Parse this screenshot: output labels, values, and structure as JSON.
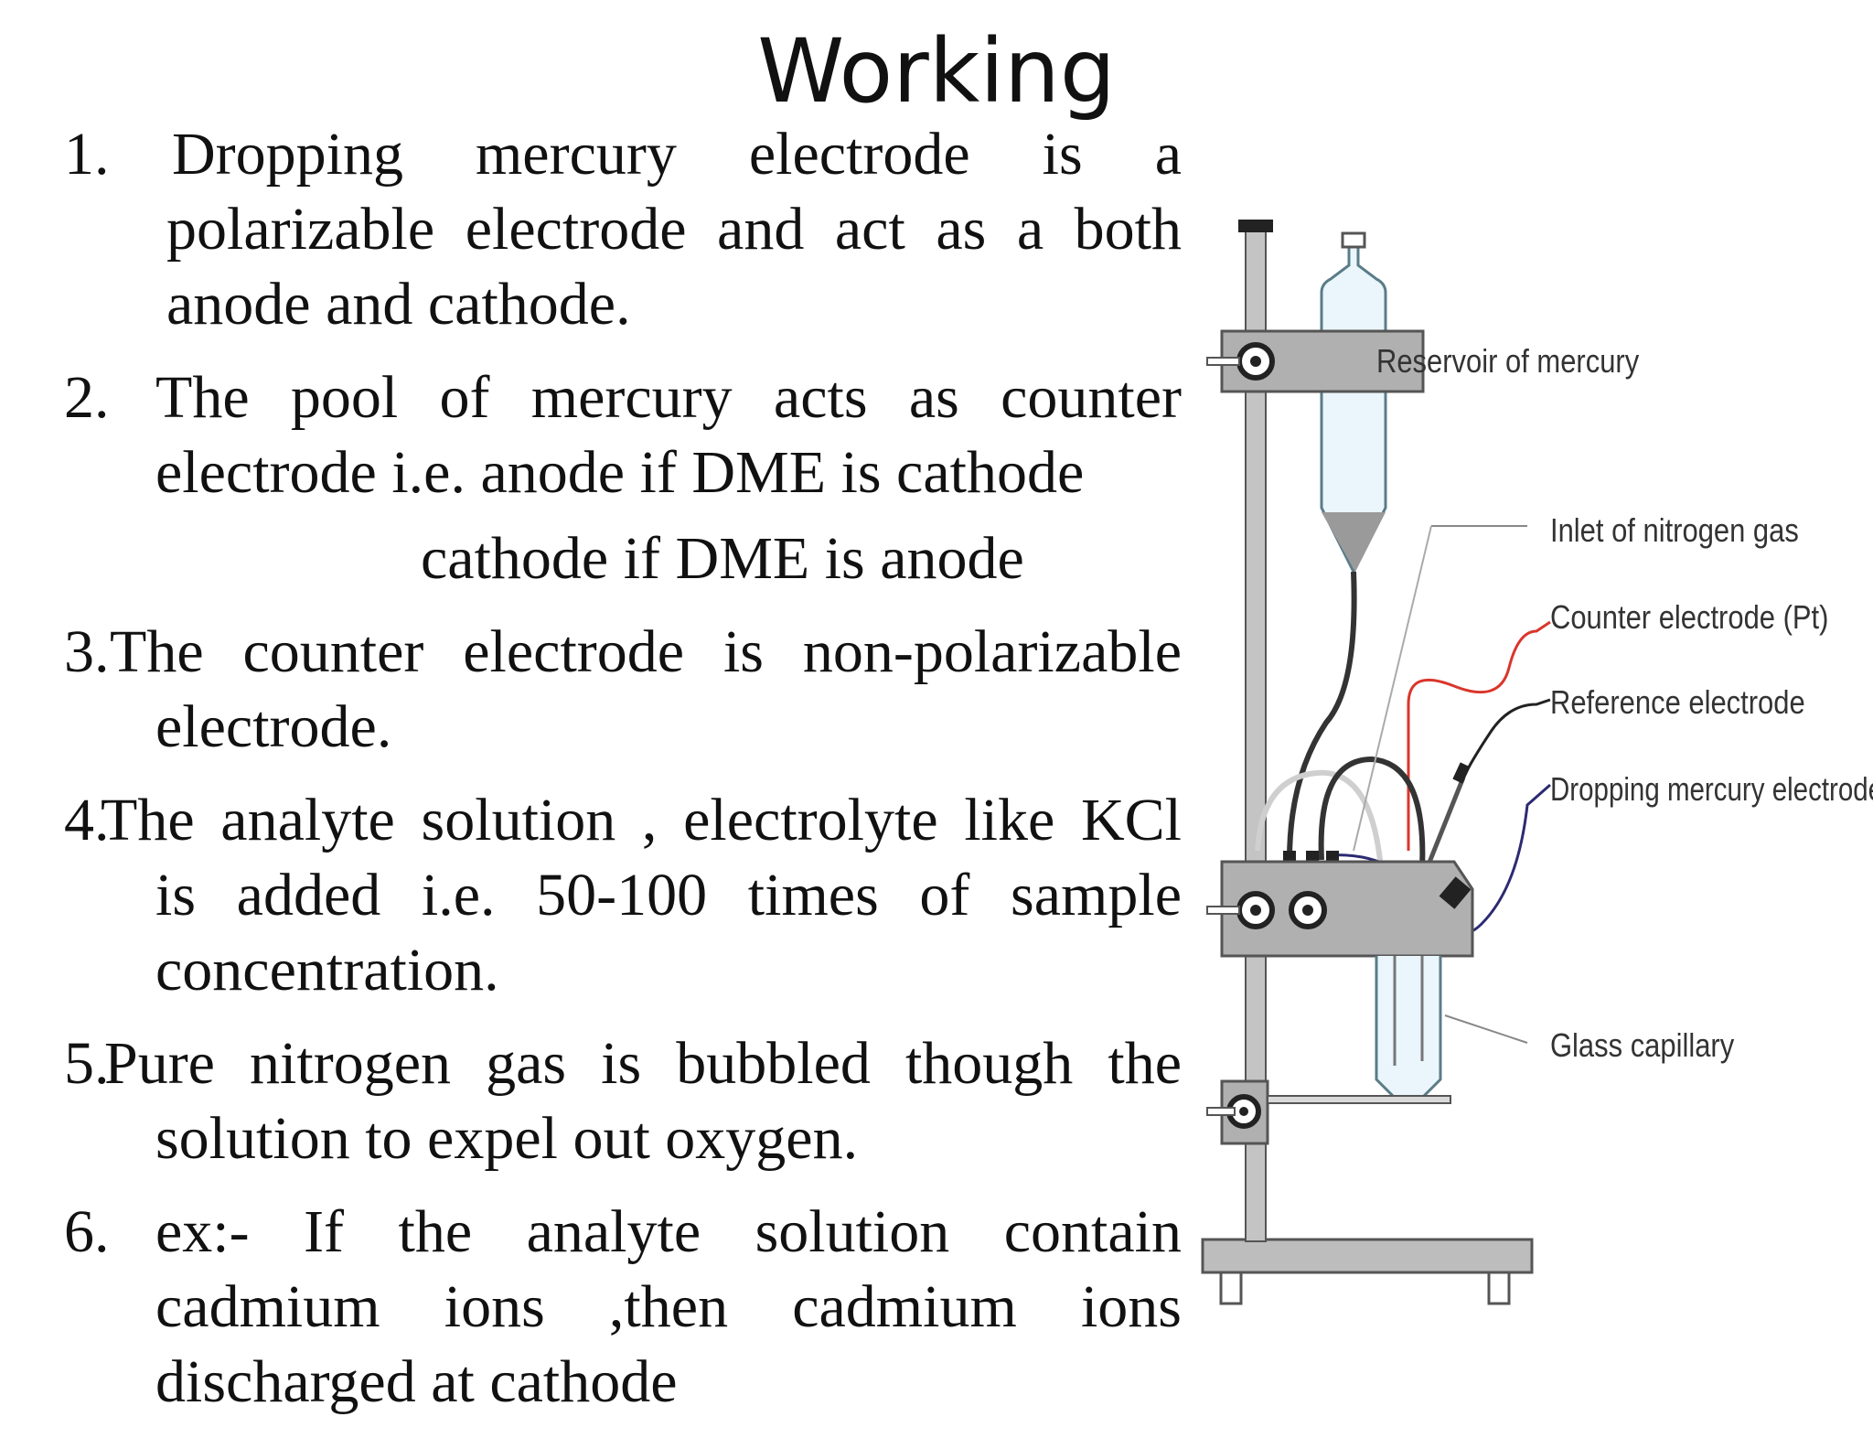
{
  "title": "Working",
  "items": [
    {
      "num": "1.",
      "first": "Dropping mercury electrode is a",
      "rest": "polarizable electrode and act as a both anode and cathode."
    },
    {
      "num": "2.",
      "first": "The pool of mercury acts as counter",
      "rest": "electrode i.e. anode if DME is cathode",
      "extra": "cathode if DME is anode"
    },
    {
      "num": "3.",
      "first": "The counter electrode is non-polarizable",
      "rest": "electrode."
    },
    {
      "num": "4.",
      "first": "The analyte solution , electrolyte like KCl",
      "rest": "is added i.e. 50-100 times of sample concentration."
    },
    {
      "num": "5.",
      "first": "Pure nitrogen  gas is bubbled though the",
      "rest": "solution to expel out oxygen."
    },
    {
      "num": "6.",
      "first": "ex:- If the analyte solution contain",
      "rest": "cadmium ions ,then cadmium ions discharged at cathode"
    }
  ],
  "figure": {
    "labels": {
      "reservoir": "Reservoir of mercury",
      "inlet": "Inlet of nitrogen gas",
      "counter": "Counter electrode (Pt)",
      "reference": "Reference electrode",
      "dme": "Dropping mercury electrode",
      "capillary": "Glass capillary"
    },
    "colors": {
      "stand": "#b9b9b9",
      "clamp": "#9e9e9e",
      "red_wire": "#d9362b",
      "blue_wire": "#2c2a72",
      "glass": "#eaf6fb"
    }
  }
}
